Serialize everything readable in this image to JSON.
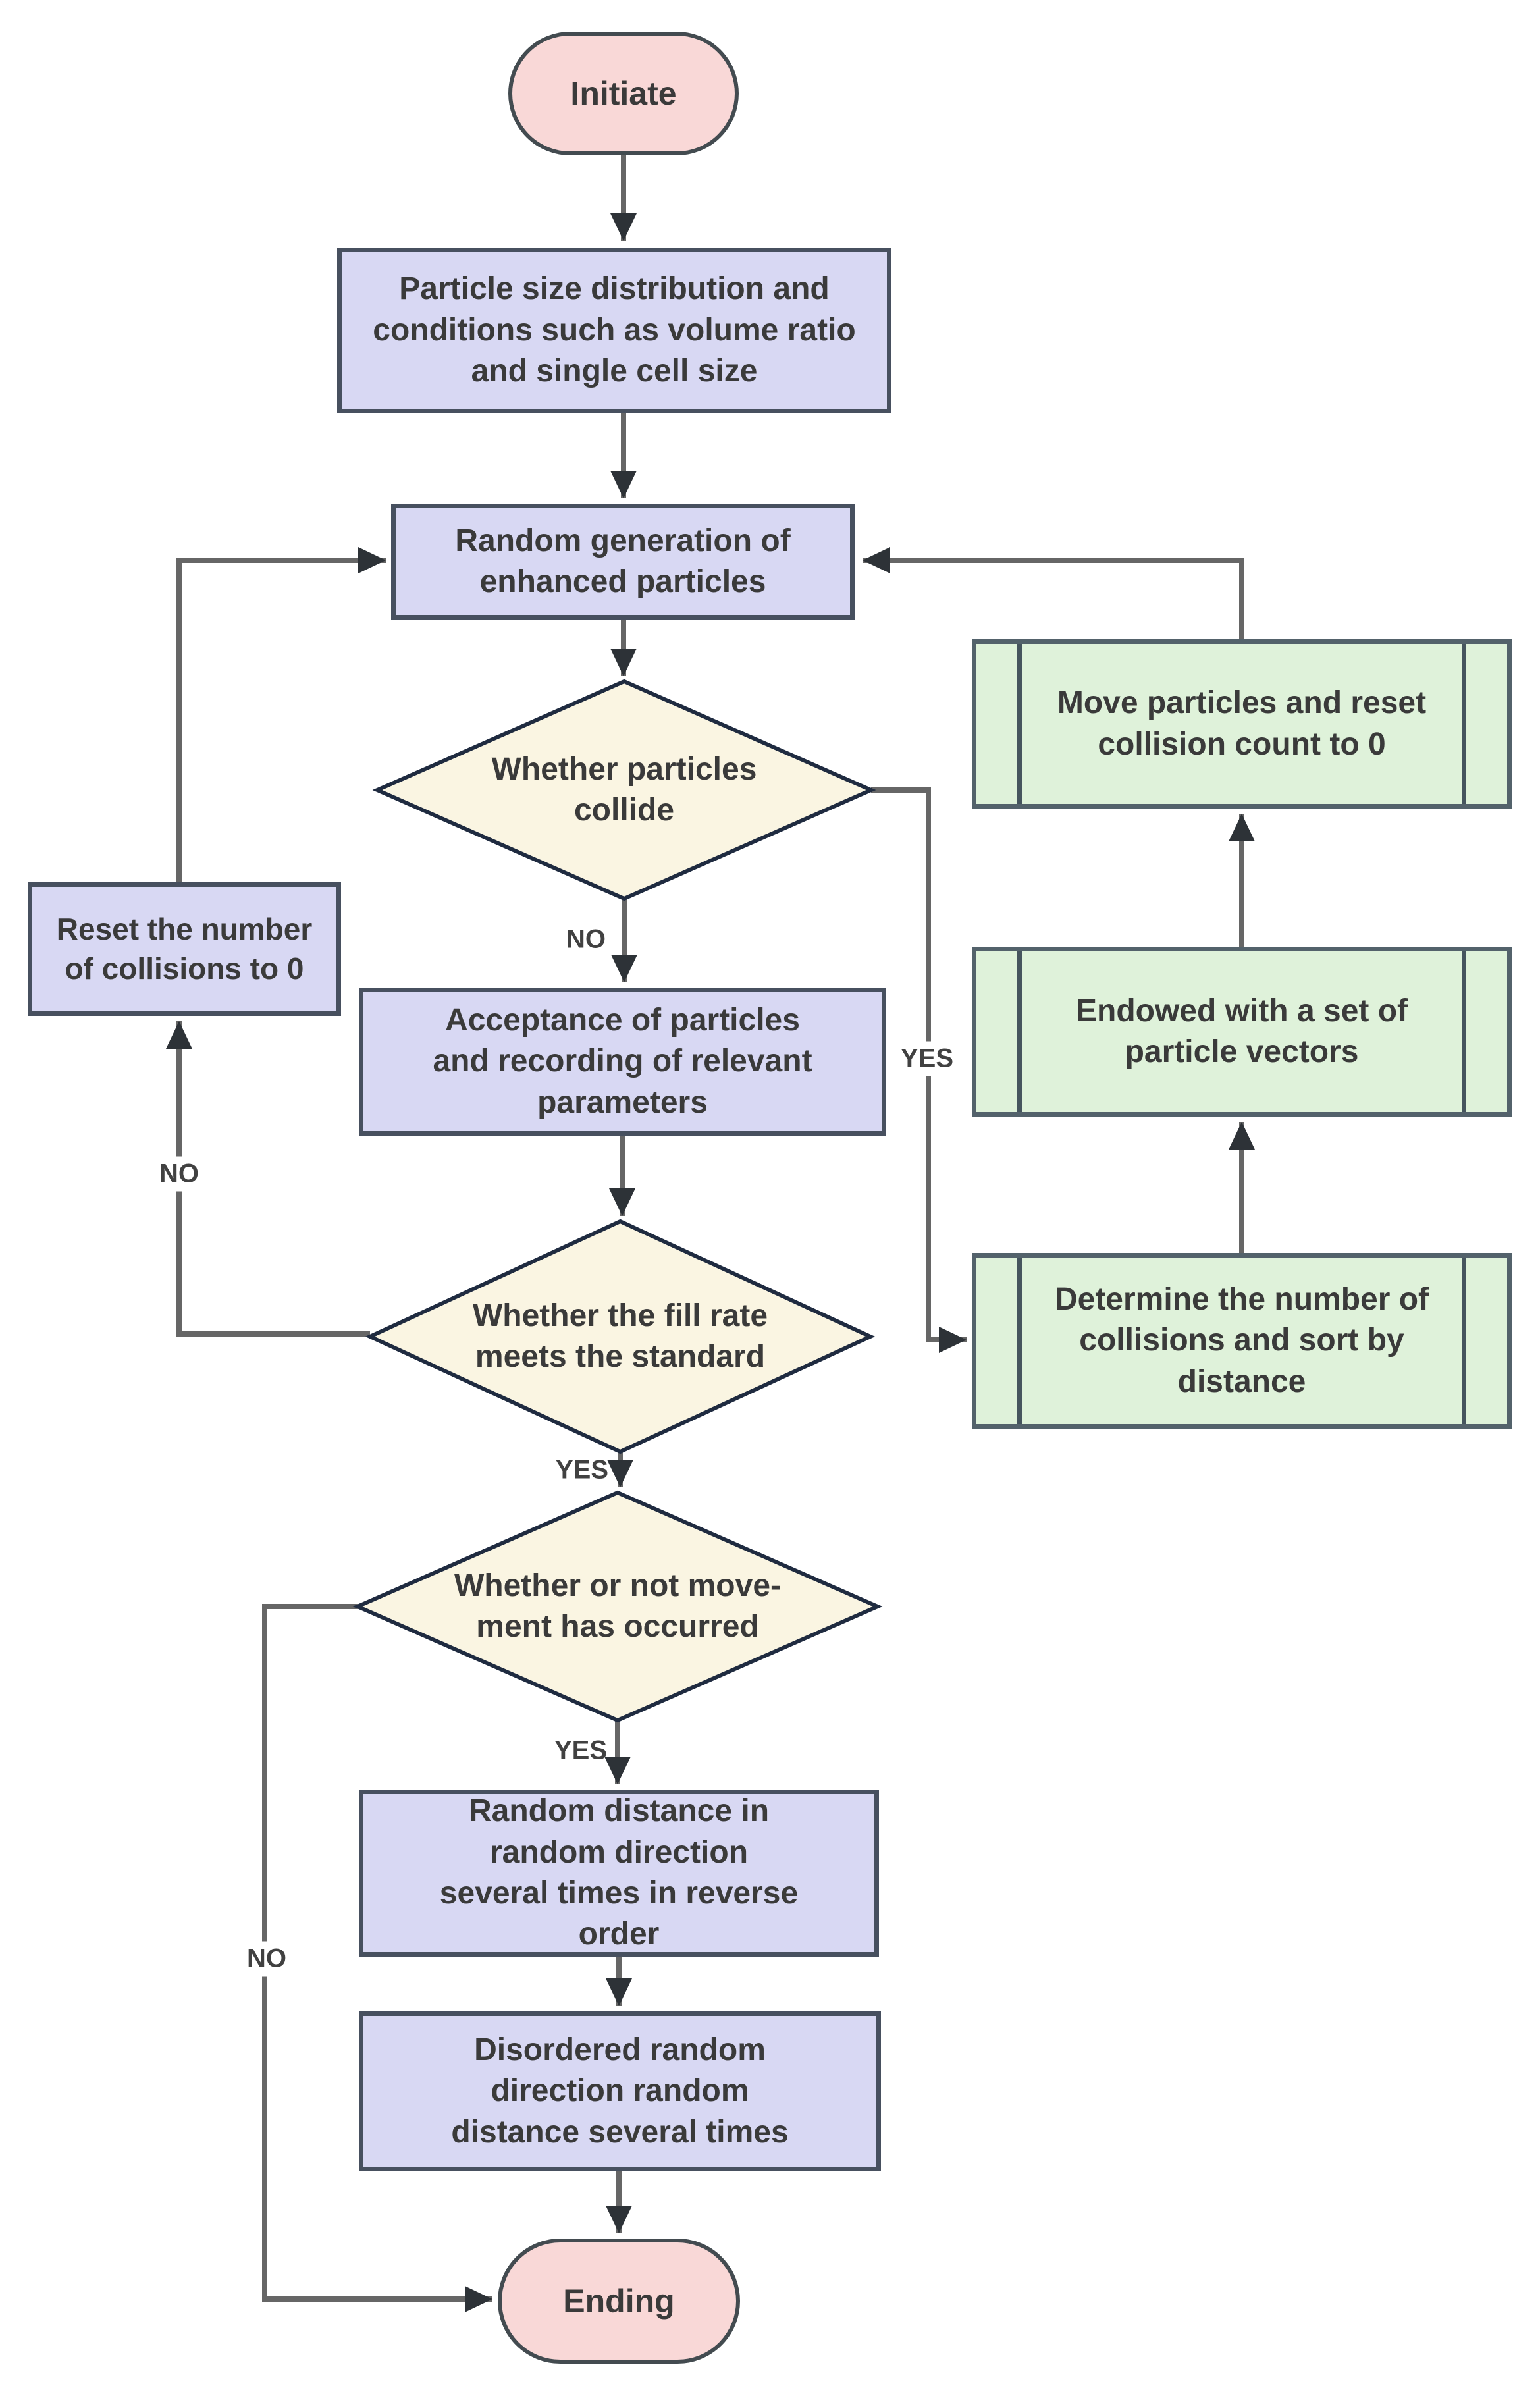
{
  "diagram": {
    "type": "flowchart",
    "background": "#ffffff",
    "colors": {
      "terminal_fill": "#f9d8d7",
      "process_fill": "#d8d8f3",
      "decision_fill": "#faf5e2",
      "predefined_fill": "#dff2da",
      "terminal_border": "#434b50",
      "process_border": "#47505f",
      "decision_border": "#1f2b40",
      "predefined_border": "#53626b",
      "line": "#666666",
      "arrowhead": "#2d3237",
      "text": "#3a3a3a"
    },
    "nodes": [
      {
        "id": "initiate",
        "shape": "terminal",
        "label": "Initiate"
      },
      {
        "id": "particle_conditions",
        "shape": "process",
        "label": "Particle size distribution and conditions such as volume ratio and single cell size"
      },
      {
        "id": "random_generation",
        "shape": "process",
        "label": "Random generation of enhanced particles"
      },
      {
        "id": "collide_decision",
        "shape": "decision",
        "label": "Whether particles collide"
      },
      {
        "id": "reset_collisions",
        "shape": "process",
        "label": "Reset the number of collisions to 0"
      },
      {
        "id": "acceptance",
        "shape": "process",
        "label": "Acceptance of particles and recording of relevant parameters"
      },
      {
        "id": "fill_rate_decision",
        "shape": "decision",
        "label": "Whether the fill rate meets the standard"
      },
      {
        "id": "movement_decision",
        "shape": "decision",
        "label": "Whether or not move-ment has occurred"
      },
      {
        "id": "random_distance",
        "shape": "process",
        "label": "Random distance in random direction several times in reverse order"
      },
      {
        "id": "disordered_random",
        "shape": "process",
        "label": "Disordered random direction random distance several times"
      },
      {
        "id": "ending",
        "shape": "terminal",
        "label": "Ending"
      },
      {
        "id": "move_particles",
        "shape": "predefined",
        "label": "Move particles and reset collision count to 0"
      },
      {
        "id": "endowed_vectors",
        "shape": "predefined",
        "label": "Endowed with a set of particle vectors"
      },
      {
        "id": "determine_collisions",
        "shape": "predefined",
        "label": "Determine the number of collisions and sort by distance"
      }
    ],
    "edge_labels": {
      "collide_no": "NO",
      "collide_yes": "YES",
      "fill_no": "NO",
      "fill_yes": "YES",
      "movement_yes": "YES",
      "movement_no": "NO"
    }
  }
}
